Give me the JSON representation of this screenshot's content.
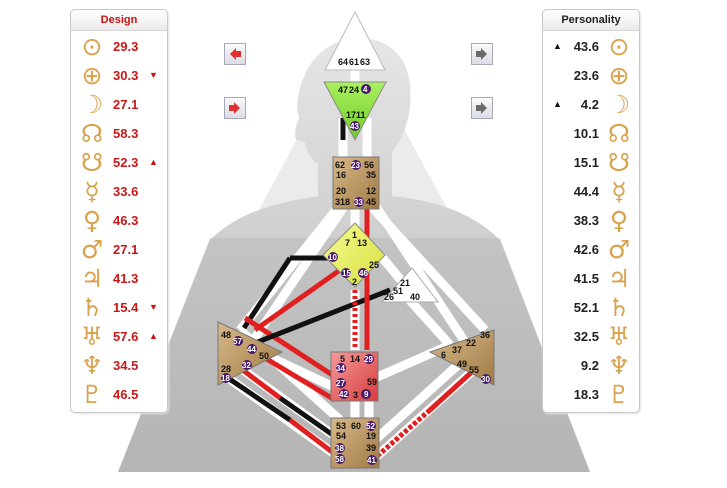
{
  "design": {
    "title": "Design",
    "rows": [
      {
        "icon": "sun-icon",
        "glyph": "⊙",
        "value": "29.3",
        "arrow": ""
      },
      {
        "icon": "earth-icon",
        "glyph": "⊕",
        "value": "30.3",
        "arrow": "▼"
      },
      {
        "icon": "moon-icon",
        "glyph": "☽",
        "value": "27.1",
        "arrow": ""
      },
      {
        "icon": "north-node-icon",
        "glyph": "☊",
        "value": "58.3",
        "arrow": ""
      },
      {
        "icon": "south-node-icon",
        "glyph": "☋",
        "value": "52.3",
        "arrow": "▲"
      },
      {
        "icon": "mercury-icon",
        "glyph": "☿",
        "value": "33.6",
        "arrow": ""
      },
      {
        "icon": "venus-icon",
        "glyph": "♀",
        "value": "46.3",
        "arrow": ""
      },
      {
        "icon": "mars-icon",
        "glyph": "♂",
        "value": "27.1",
        "arrow": ""
      },
      {
        "icon": "jupiter-icon",
        "glyph": "♃",
        "value": "41.3",
        "arrow": ""
      },
      {
        "icon": "saturn-icon",
        "glyph": "♄",
        "value": "15.4",
        "arrow": "▼"
      },
      {
        "icon": "uranus-icon",
        "glyph": "♅",
        "value": "57.6",
        "arrow": "▲"
      },
      {
        "icon": "neptune-icon",
        "glyph": "♆",
        "value": "34.5",
        "arrow": ""
      },
      {
        "icon": "pluto-icon",
        "glyph": "♇",
        "value": "46.5",
        "arrow": ""
      }
    ]
  },
  "personality": {
    "title": "Personality",
    "rows": [
      {
        "icon": "sun-icon",
        "glyph": "⊙",
        "value": "43.6",
        "arrow": "▲"
      },
      {
        "icon": "earth-icon",
        "glyph": "⊕",
        "value": "23.6",
        "arrow": ""
      },
      {
        "icon": "moon-icon",
        "glyph": "☽",
        "value": "4.2",
        "arrow": "▲"
      },
      {
        "icon": "north-node-icon",
        "glyph": "☊",
        "value": "10.1",
        "arrow": ""
      },
      {
        "icon": "south-node-icon",
        "glyph": "☋",
        "value": "15.1",
        "arrow": ""
      },
      {
        "icon": "mercury-icon",
        "glyph": "☿",
        "value": "44.4",
        "arrow": ""
      },
      {
        "icon": "venus-icon",
        "glyph": "♀",
        "value": "38.3",
        "arrow": ""
      },
      {
        "icon": "mars-icon",
        "glyph": "♂",
        "value": "42.6",
        "arrow": ""
      },
      {
        "icon": "jupiter-icon",
        "glyph": "♃",
        "value": "41.5",
        "arrow": ""
      },
      {
        "icon": "saturn-icon",
        "glyph": "♄",
        "value": "52.1",
        "arrow": ""
      },
      {
        "icon": "uranus-icon",
        "glyph": "♅",
        "value": "32.5",
        "arrow": ""
      },
      {
        "icon": "neptune-icon",
        "glyph": "♆",
        "value": "9.2",
        "arrow": ""
      },
      {
        "icon": "pluto-icon",
        "glyph": "♇",
        "value": "18.3",
        "arrow": ""
      }
    ]
  },
  "nav": {
    "left_icon": "left-arrow-icon",
    "right_icon": "right-arrow-icon",
    "left_color": "#e03030",
    "right_color": "#6a6a6a"
  },
  "colors": {
    "design": "#e02020",
    "personality": "#111111",
    "head_center": "#ffffff",
    "ajna_center": "#88dd33",
    "throat_center": "#b8935e",
    "g_center": "#e8f060",
    "sacral_center": "#e05050",
    "root_center": "#b8935e",
    "spleen_center": "#b8935e",
    "solar_plexus_center": "#b8935e",
    "activation_dot": "#4a1a6a"
  },
  "bodygraph": {
    "head": [
      "64",
      "61",
      "63"
    ],
    "ajna": [
      "47",
      "24",
      "4",
      "17",
      "11",
      "43"
    ],
    "throat": [
      "62",
      "23",
      "56",
      "16",
      "35",
      "20",
      "12",
      "31",
      "8",
      "33",
      "45"
    ],
    "g": [
      "1",
      "7",
      "13",
      "10",
      "25",
      "15",
      "46",
      "2"
    ],
    "ego": [
      "21",
      "51",
      "26",
      "40"
    ],
    "spleen": [
      "48",
      "57",
      "44",
      "50",
      "32",
      "28",
      "18"
    ],
    "sacral": [
      "5",
      "14",
      "29",
      "34",
      "27",
      "59",
      "42",
      "3",
      "9"
    ],
    "solar_plexus": [
      "36",
      "22",
      "6",
      "37",
      "49",
      "55",
      "30"
    ],
    "root": [
      "53",
      "60",
      "52",
      "54",
      "19",
      "38",
      "39",
      "58",
      "41"
    ]
  }
}
